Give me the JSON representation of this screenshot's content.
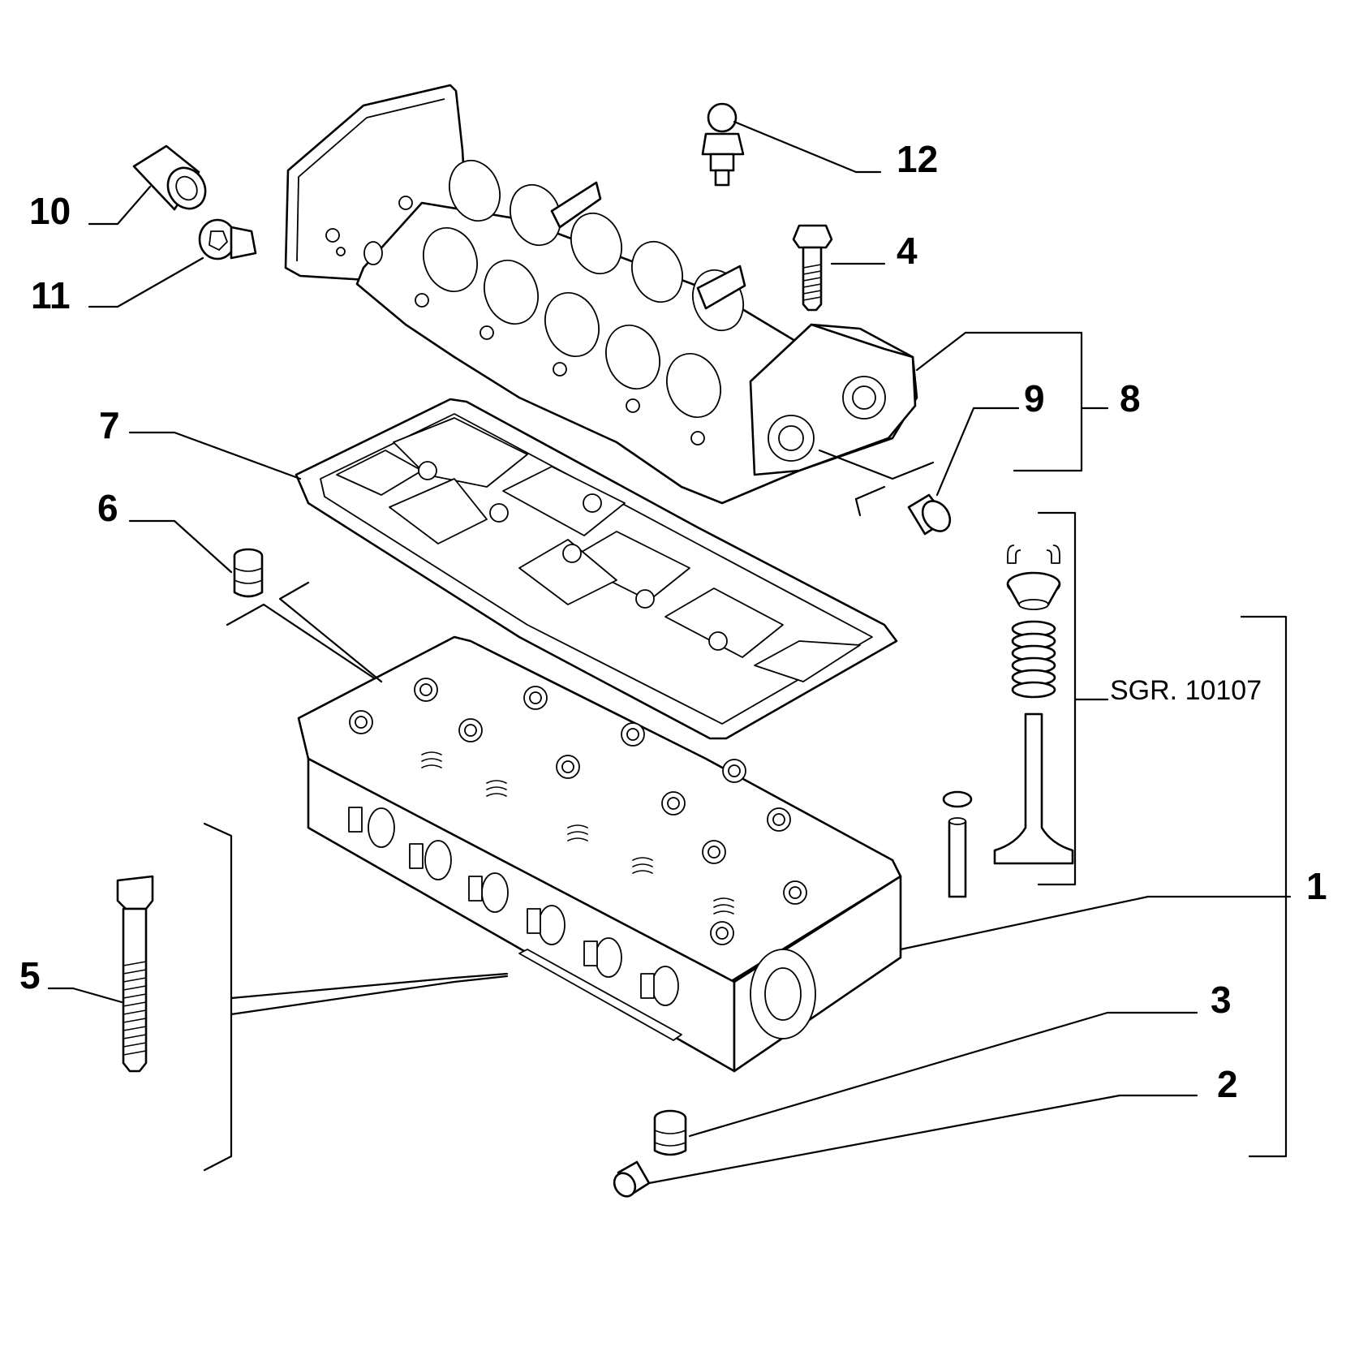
{
  "diagram": {
    "callouts": [
      {
        "id": "1",
        "label": "1"
      },
      {
        "id": "2",
        "label": "2"
      },
      {
        "id": "3",
        "label": "3"
      },
      {
        "id": "4",
        "label": "4"
      },
      {
        "id": "5",
        "label": "5"
      },
      {
        "id": "6",
        "label": "6"
      },
      {
        "id": "7",
        "label": "7"
      },
      {
        "id": "8",
        "label": "8"
      },
      {
        "id": "9",
        "label": "9"
      },
      {
        "id": "10",
        "label": "10"
      },
      {
        "id": "11",
        "label": "11"
      },
      {
        "id": "12",
        "label": "12"
      }
    ],
    "reference_note": "SGR. 10107"
  }
}
